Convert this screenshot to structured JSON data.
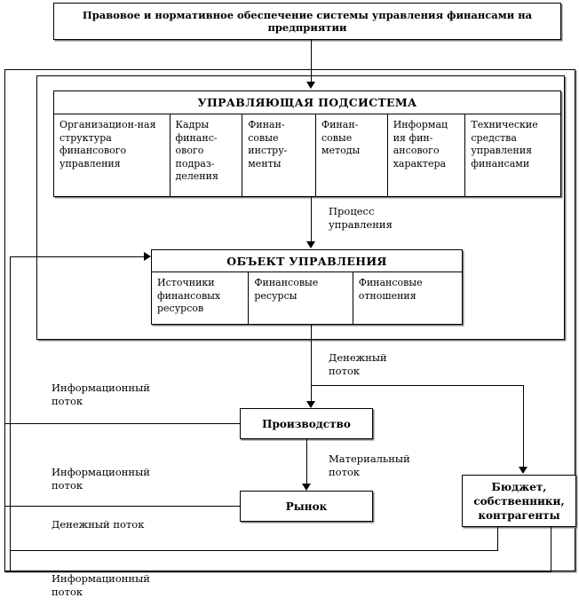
{
  "diagram": {
    "title_box": {
      "text": "Правовое и нормативное обеспечение системы управления финансами\nна предприятии"
    },
    "managing_subsystem": {
      "header": "УПРАВЛЯЮЩАЯ ПОДСИСТЕМА",
      "cells": [
        "Организацион-ная\nструктура\nфинансового\nуправления",
        "Кадры\nфинанс-\nового\nподраз-\nделения",
        "Финан-\nсовые\nинстру-\nменты",
        "Финан-\nсовые\nметоды",
        "Информац\nия фин-\nансового\nхарактера",
        "Технические\nсредства\nуправления\nфинансами"
      ]
    },
    "control_object": {
      "header": "ОБЪЕКТ УПРАВЛЕНИЯ",
      "cells": [
        "Источники\nфинансовых\nресурсов",
        "Финансовые\nресурсы",
        "Финансовые\nотношения"
      ]
    },
    "nodes": {
      "production": "Производство",
      "market": "Рынок",
      "budget": "Бюджет,\nсобственники,\nконтрагенты"
    },
    "flow_labels": {
      "control_process": "Процесс\nуправления",
      "money_flow_top": "Денежный\nпоток",
      "material_flow": "Материальный\nпоток",
      "info_flow_1": "Информационный\nпоток",
      "info_flow_2": "Информационный\nпоток",
      "money_flow_bottom": "Денежный поток",
      "info_flow_3": "Информационный\nпоток"
    },
    "colors": {
      "line": "#000000",
      "shadow": "#808080",
      "background": "#ffffff"
    }
  }
}
